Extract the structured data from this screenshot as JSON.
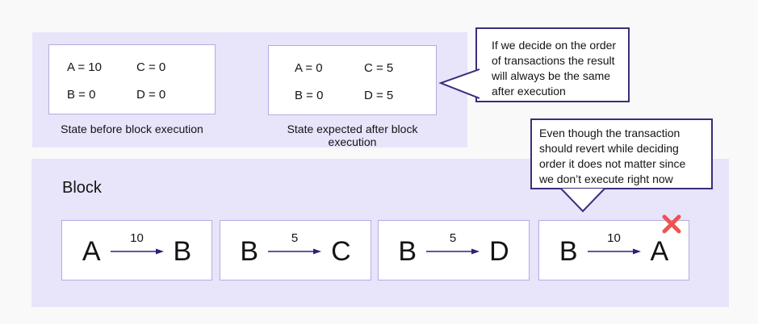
{
  "colors": {
    "page_bg": "#f9f9fa",
    "panel_bg": "#e8e4fa",
    "box_border": "#b4aae5",
    "callout_border": "#3b2d7d",
    "arrow": "#2b2278",
    "x_mark": "#ee5350",
    "text": "#141414"
  },
  "states_panel": {
    "boxes": [
      {
        "cells": [
          "A = 10",
          "C = 0",
          "B = 0",
          "D = 0"
        ],
        "caption": "State before block execution"
      },
      {
        "cells": [
          "A = 0",
          "C = 5",
          "B = 0",
          "D = 5"
        ],
        "caption": "State expected after block execution"
      }
    ]
  },
  "callouts": [
    {
      "lines": [
        "If we decide on the order",
        "of transactions the result",
        "will always be the same",
        "after execution"
      ]
    },
    {
      "lines": [
        "Even though the transaction",
        "should revert while deciding",
        "order it does not matter since",
        "we don’t execute right now"
      ]
    }
  ],
  "block_panel": {
    "title": "Block",
    "transactions": [
      {
        "from": "A",
        "amount": "10",
        "to": "B",
        "rejected": false
      },
      {
        "from": "B",
        "amount": "5",
        "to": "C",
        "rejected": false
      },
      {
        "from": "B",
        "amount": "5",
        "to": "D",
        "rejected": false
      },
      {
        "from": "B",
        "amount": "10",
        "to": "A",
        "rejected": true
      }
    ]
  }
}
